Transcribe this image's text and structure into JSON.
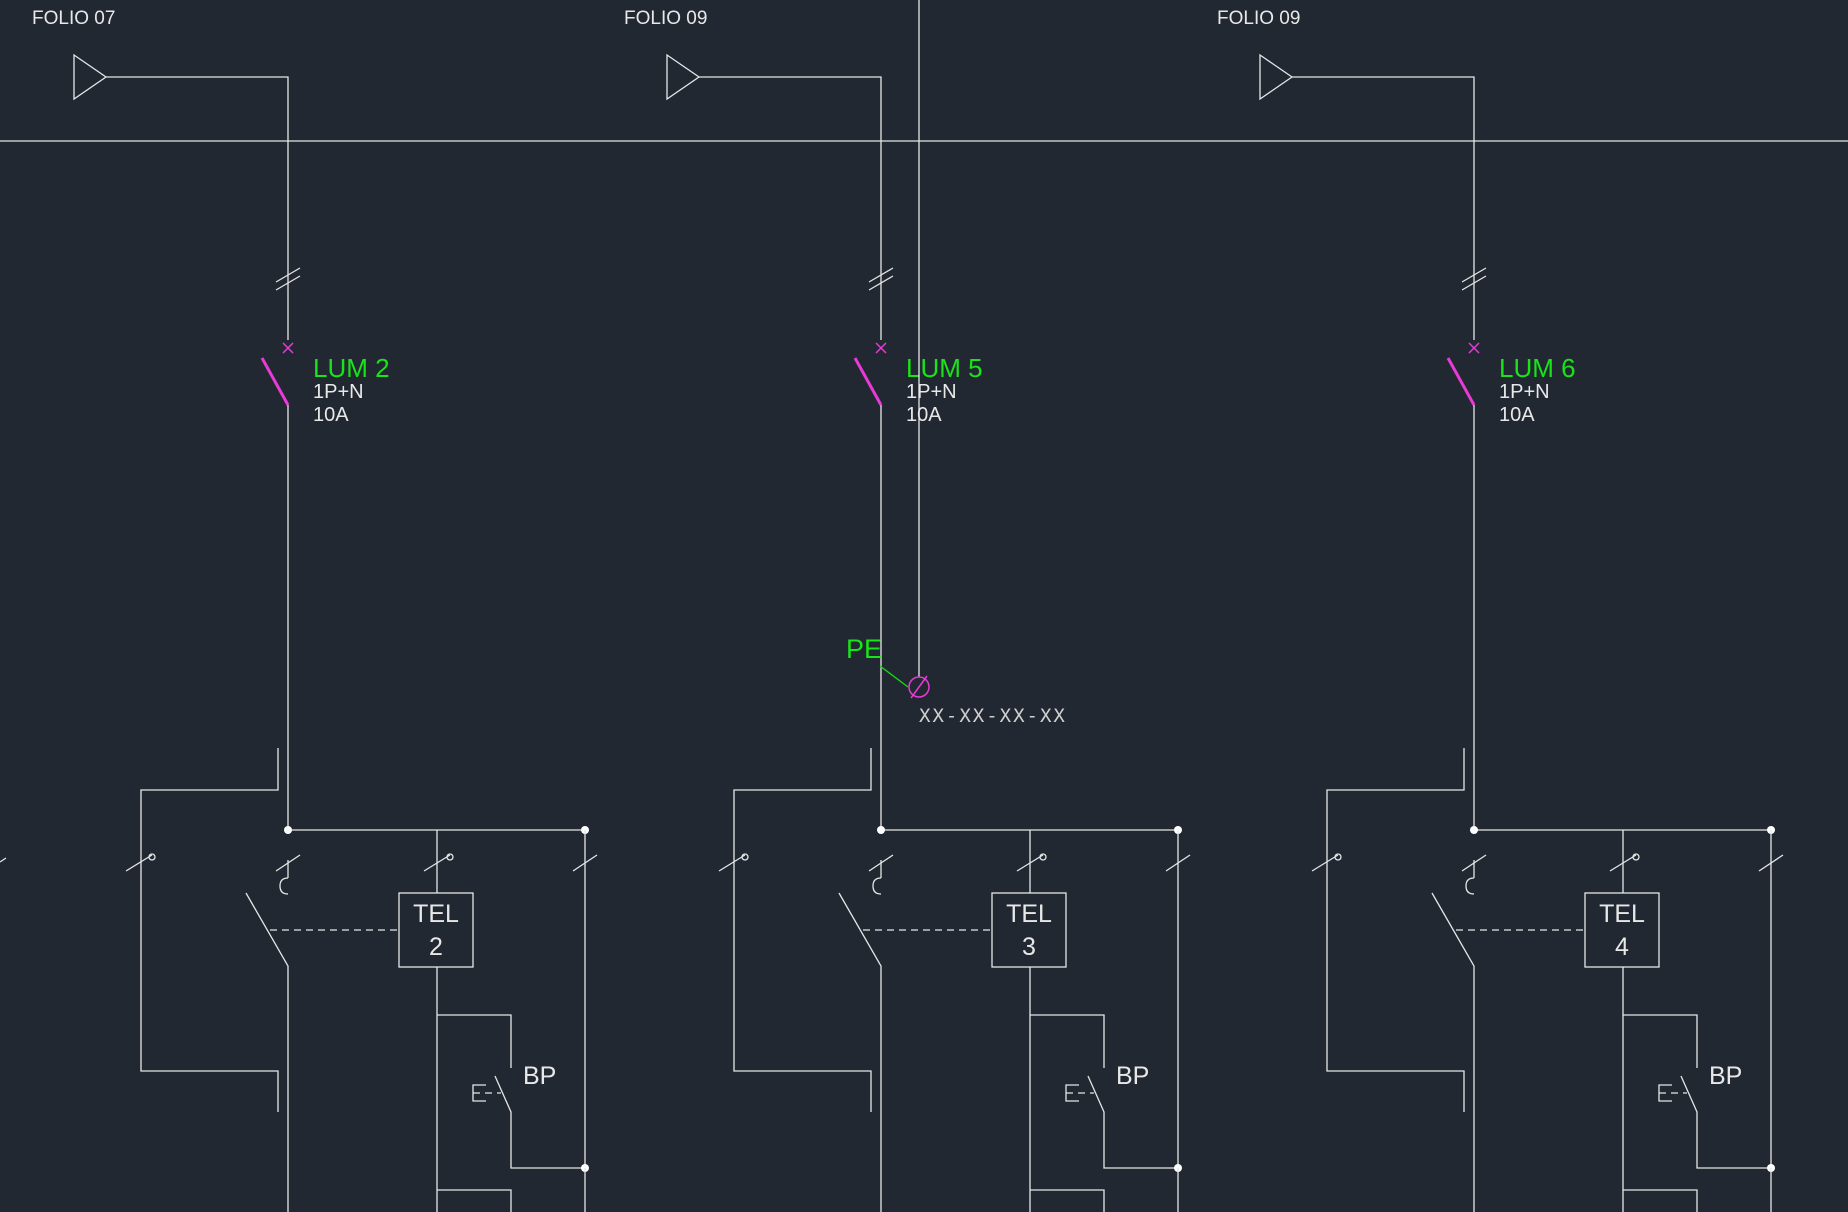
{
  "drawing": {
    "background": "#222831",
    "line_color": "#e6e6e6",
    "breaker_color": "#e83ad6",
    "label_color": "#19e319"
  },
  "circuits": [
    {
      "folio": "FOLIO 07",
      "breaker": {
        "name": "LUM 2",
        "poles": "1P+N",
        "rating": "10A"
      },
      "relay": {
        "line1": "TEL",
        "line2": "2"
      },
      "pushbutton": "BP"
    },
    {
      "folio": "FOLIO 09",
      "breaker": {
        "name": "LUM 5",
        "poles": "1P+N",
        "rating": "10A"
      },
      "relay": {
        "line1": "TEL",
        "line2": "3"
      },
      "pushbutton": "BP"
    },
    {
      "folio": "FOLIO 09",
      "breaker": {
        "name": "LUM 6",
        "poles": "1P+N",
        "rating": "10A"
      },
      "relay": {
        "line1": "TEL",
        "line2": "4"
      },
      "pushbutton": "BP"
    }
  ],
  "earth": {
    "label": "PE",
    "identifier": "XX-XX-XX-XX"
  }
}
